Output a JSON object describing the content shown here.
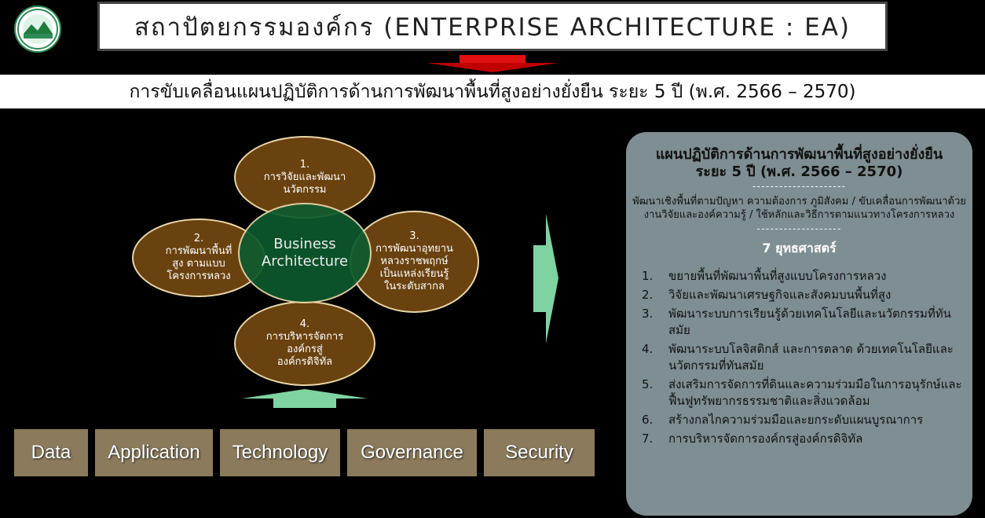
{
  "header": {
    "title": "สถาปัตยกรรมองค์กร (ENTERPRISE ARCHITECTURE : EA)",
    "subtitle": "การขับเคลื่อนแผนปฏิบัติการด้านการพัฒนาพื้นที่สูงอย่างยั่งยืน ระยะ 5 ปี (พ.ศ. 2566 – 2570)"
  },
  "venn": {
    "center": [
      "Business",
      "Architecture"
    ],
    "ovals": [
      {
        "lines": [
          "1.",
          "การวิจัยและพัฒนา",
          "นวัตกรรม"
        ]
      },
      {
        "lines": [
          "2.",
          "การพัฒนาพื้นที่",
          "สูง ตามแบบ",
          "โครงการหลวง"
        ]
      },
      {
        "lines": [
          "3.",
          "การพัฒนาอุทยาน",
          "หลวงราชพฤกษ์",
          "เป็นแหล่งเรียนรู้",
          "ในระดับสากล"
        ]
      },
      {
        "lines": [
          "4.",
          "การบริหารจัดการ",
          "องค์กรสู่",
          "องค์กรดิจิทัล"
        ]
      }
    ]
  },
  "pillars": [
    "Data",
    "Application",
    "Technology",
    "Governance",
    "Security"
  ],
  "panel": {
    "title_line1": "แผนปฏิบัติการด้านการพัฒนาพื้นที่สูงอย่างยั่งยืน",
    "title_line2": "ระยะ 5 ปี (พ.ศ. 2566 – 2570)",
    "dash1": "---------------------",
    "desc": "พัฒนาเชิงพื้นที่ตามปัญหา ความต้องการ ภูมิสังคม / ขับเคลื่อนการพัฒนาด้วยงานวิจัยและองค์ความรู้ / ใช้หลักและวิธีการตามแนวทางโครงการหลวง",
    "dash2": "-------------------",
    "strategy_heading": "7 ยุทธศาสตร์",
    "strategies": [
      {
        "num": "1.",
        "text": "ขยายพื้นที่พัฒนาพื้นที่สูงแบบโครงการหลวง"
      },
      {
        "num": "2.",
        "text": "วิจัยและพัฒนาเศรษฐกิจและสังคมบนพื้นที่สูง"
      },
      {
        "num": "3.",
        "text": "พัฒนาระบบการเรียนรู้ด้วยเทคโนโลยีและนวัตกรรมที่ทันสมัย"
      },
      {
        "num": "4.",
        "text": "พัฒนาระบบโลจิสติกส์ และการตลาด ด้วยเทคโนโลยีและนวัตกรรมที่ทันสมัย"
      },
      {
        "num": "5.",
        "text": "ส่งเสริมการจัดการที่ดินและความร่วมมือในการอนุรักษ์และฟื้นฟูทรัพยากรธรรมชาติและสิ่งแวดล้อม"
      },
      {
        "num": "6.",
        "text": "สร้างกลไกความร่วมมือและยกระดับแผนบูรณาการ"
      },
      {
        "num": "7.",
        "text": "การบริหารจัดการองค์กรสู่องค์กรดิจิทัล"
      }
    ]
  },
  "colors": {
    "oval_brown": "#7d4e12",
    "center_green": "#0d5a2e",
    "arrow_green": "#7fd3a0",
    "arrow_red": "#e01010",
    "pillar": "#8b7a5b",
    "panel": "#7e8e92"
  }
}
